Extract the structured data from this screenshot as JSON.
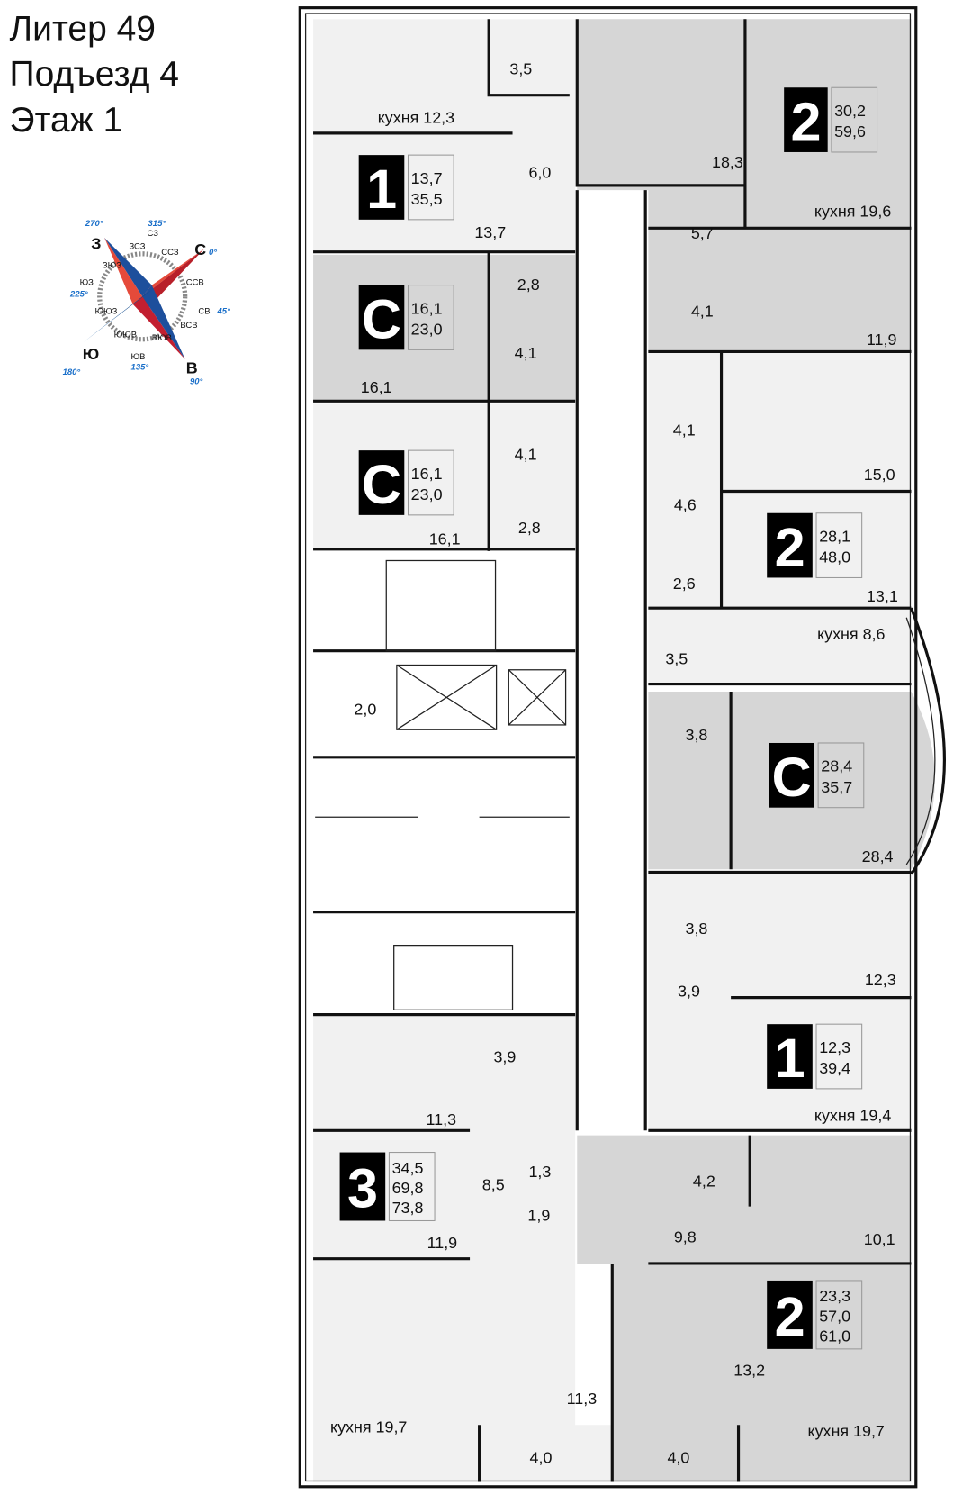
{
  "header": {
    "line1": "Литер 49",
    "line2": "Подъезд 4",
    "line3": "Этаж 1"
  },
  "compass": {
    "north": "С",
    "east": "В",
    "south": "Ю",
    "west": "З",
    "north_deg": "0°",
    "east_deg": "90°",
    "south_deg": "180°",
    "west_deg": "270°",
    "ne": "СВ",
    "ne_deg": "45°",
    "se": "ЮВ",
    "se_deg": "135°",
    "sw": "ЮЗ",
    "sw_deg": "225°",
    "nw": "СЗ",
    "nw_deg": "315°",
    "ssz": "ЗСЗ",
    "ssv": "ССЗ",
    "ssb": "ССВ",
    "vsv": "ВСВ",
    "vuv": "ВЮВ",
    "uuv": "ЮЮВ",
    "uuz": "ЮЮЗ",
    "zuz": "ЗЮЗ"
  },
  "apartments": [
    {
      "type": "1",
      "areas": [
        "13,7",
        "35,5"
      ]
    },
    {
      "type": "С",
      "areas": [
        "16,1",
        "23,0"
      ]
    },
    {
      "type": "С",
      "areas": [
        "16,1",
        "23,0"
      ]
    },
    {
      "type": "3",
      "areas": [
        "34,5",
        "69,8",
        "73,8"
      ]
    },
    {
      "type": "2",
      "areas": [
        "30,2",
        "59,6"
      ]
    },
    {
      "type": "2",
      "areas": [
        "28,1",
        "48,0"
      ]
    },
    {
      "type": "С",
      "areas": [
        "28,4",
        "35,7"
      ]
    },
    {
      "type": "1",
      "areas": [
        "12,3",
        "39,4"
      ]
    },
    {
      "type": "2",
      "areas": [
        "23,3",
        "57,0",
        "61,0"
      ]
    }
  ],
  "rooms": [
    "3,5",
    "кухня 12,3",
    "6,0",
    "13,7",
    "2,8",
    "4,1",
    "16,1",
    "4,1",
    "2,8",
    "16,1",
    "2,0",
    "3,9",
    "11,3",
    "1,3",
    "8,5",
    "1,9",
    "11,9",
    "11,3",
    "кухня 19,7",
    "4,0",
    "4,0",
    "18,3",
    "кухня 19,6",
    "5,7",
    "4,1",
    "11,9",
    "4,1",
    "15,0",
    "4,6",
    "2,6",
    "13,1",
    "кухня 8,6",
    "3,5",
    "3,8",
    "28,4",
    "3,8",
    "12,3",
    "3,9",
    "кухня 19,4",
    "4,2",
    "9,8",
    "10,1",
    "13,2",
    "кухня 19,7"
  ],
  "colors": {
    "selected_fill": "#d6d6d6",
    "apartment_fill": "#f1f1f1",
    "badge": "#000000",
    "compass_red": "#e0302f",
    "compass_blue": "#1e73be"
  }
}
